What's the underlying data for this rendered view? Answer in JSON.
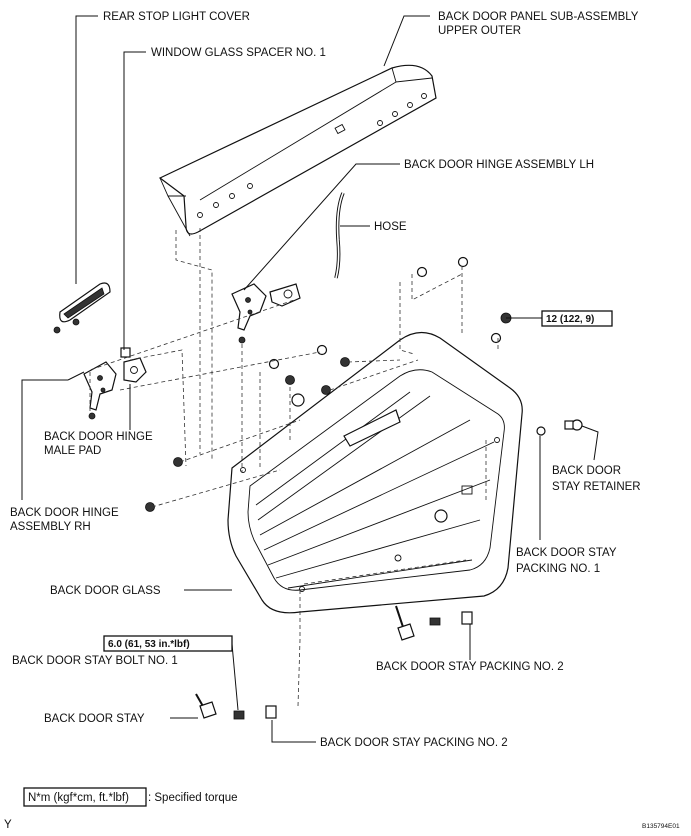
{
  "labels": {
    "rear_stop_light_cover": "REAR STOP LIGHT COVER",
    "window_glass_spacer": "WINDOW GLASS SPACER NO. 1",
    "back_door_panel_line1": "BACK DOOR PANEL SUB-ASSEMBLY",
    "back_door_panel_line2": "UPPER OUTER",
    "hinge_lh": "BACK DOOR HINGE ASSEMBLY LH",
    "hose": "HOSE",
    "hinge_male_pad_line1": "BACK DOOR HINGE",
    "hinge_male_pad_line2": "MALE PAD",
    "stay_retainer_line1": "BACK DOOR",
    "stay_retainer_line2": "STAY RETAINER",
    "hinge_rh_line1": "BACK DOOR HINGE",
    "hinge_rh_line2": "ASSEMBLY RH",
    "stay_packing_1_line1": "BACK DOOR STAY",
    "stay_packing_1_line2": "PACKING NO. 1",
    "back_door_glass": "BACK DOOR GLASS",
    "stay_bolt": "BACK DOOR STAY BOLT NO. 1",
    "stay_packing_2_a": "BACK DOOR STAY PACKING NO. 2",
    "back_door_stay": "BACK DOOR STAY",
    "stay_packing_2_b": "BACK DOOR STAY PACKING NO. 2"
  },
  "torques": {
    "hinge_bolt": "12 (122, 9)",
    "stay_bolt": "6.0 (61, 53 in.*lbf)"
  },
  "legend": {
    "unit_box": "N*m (kgf*cm, ft.*lbf)",
    "description": ": Specified torque"
  },
  "footer": {
    "corner_mark": "Y",
    "figure_code": "B135794E01"
  }
}
